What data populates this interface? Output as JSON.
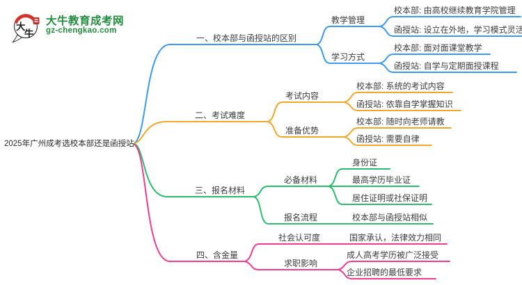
{
  "brand": {
    "name": "大牛教育成考网",
    "domain": "gz-chengkao.com",
    "emblem_char_1": "大",
    "emblem_char_2": "牛"
  },
  "colors": {
    "branch1_blue": "#3B99F0",
    "branch2_orange": "#F2A62C",
    "branch3_green": "#2BBD6E",
    "branch4_pink": "#F23B8E",
    "brand_green": "#218C3F",
    "logo_red": "#D0342A",
    "text": "#3c3c3c"
  },
  "root": {
    "label": "2025年广州成考选校本部还是函授站"
  },
  "branches": [
    {
      "label": "一、校本部与函授站的区别",
      "color": "#3B99F0",
      "children": [
        {
          "label": "教学管理",
          "children": [
            {
              "label": "校本部: 由高校继续教育学院管理"
            },
            {
              "label": "函授站: 设立在外地，学习模式灵活"
            }
          ]
        },
        {
          "label": "学习方式",
          "children": [
            {
              "label": "校本部: 面对面课堂教学"
            },
            {
              "label": "函授站: 自学与定期面授课程"
            }
          ]
        }
      ]
    },
    {
      "label": "二、考试难度",
      "color": "#F2A62C",
      "children": [
        {
          "label": "考试内容",
          "children": [
            {
              "label": "校本部: 系统的考试内容"
            },
            {
              "label": "函授站: 依靠自学掌握知识"
            }
          ]
        },
        {
          "label": "准备优势",
          "children": [
            {
              "label": "校本部: 随时向老师请教"
            },
            {
              "label": "函授站: 需要自律"
            }
          ]
        }
      ]
    },
    {
      "label": "三、报名材料",
      "color": "#2BBD6E",
      "children": [
        {
          "label": "必备材料",
          "children": [
            {
              "label": "身份证"
            },
            {
              "label": "最高学历毕业证"
            },
            {
              "label": "居住证明或社保证明"
            }
          ]
        },
        {
          "label": "报名流程",
          "children": [
            {
              "label": "校本部与函授站相似"
            }
          ]
        }
      ]
    },
    {
      "label": "四、含金量",
      "color": "#F23B8E",
      "children": [
        {
          "label": "社会认可度",
          "children": [
            {
              "label": "国家承认，法律效力相同"
            }
          ]
        },
        {
          "label": "求职影响",
          "children": [
            {
              "label": "成人高考学历被广泛接受"
            },
            {
              "label": "企业招聘的最低要求"
            }
          ]
        }
      ]
    }
  ]
}
